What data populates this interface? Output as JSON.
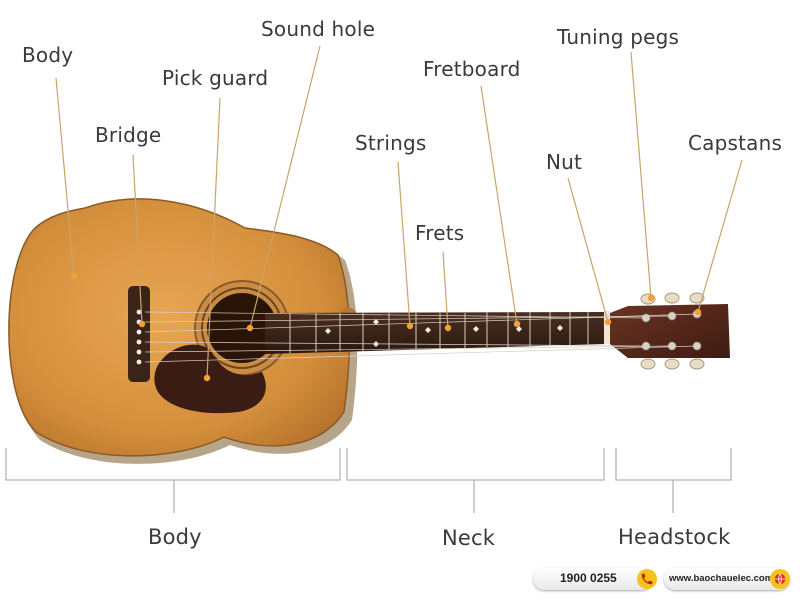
{
  "part_labels": {
    "body": "Body",
    "bridge": "Bridge",
    "pick_guard": "Pick guard",
    "sound_hole": "Sound hole",
    "strings": "Strings",
    "frets": "Frets",
    "fretboard": "Fretboard",
    "nut": "Nut",
    "tuning_pegs": "Tuning pegs",
    "capstans": "Capstans"
  },
  "section_labels": {
    "body": "Body",
    "neck": "Neck",
    "headstock": "Headstock"
  },
  "footer": {
    "phone": "1900 0255",
    "website": "www.baochauelec.com"
  },
  "colors": {
    "label_text": "#3a3a3a",
    "leader_line": "#c9a46a",
    "marker_dot": "#f2a03a",
    "bracket": "#b5b5b5",
    "guitar_top": "#d9953f",
    "guitar_edge": "#a86a2a",
    "pickguard": "#3a1c14",
    "fretboard": "#3b2418",
    "headstock": "#5a2a1c",
    "badge_yellow": "#f4c21a",
    "badge_red": "#e02a1e"
  },
  "icons": {
    "phone": "phone-icon",
    "web": "globe-icon"
  }
}
